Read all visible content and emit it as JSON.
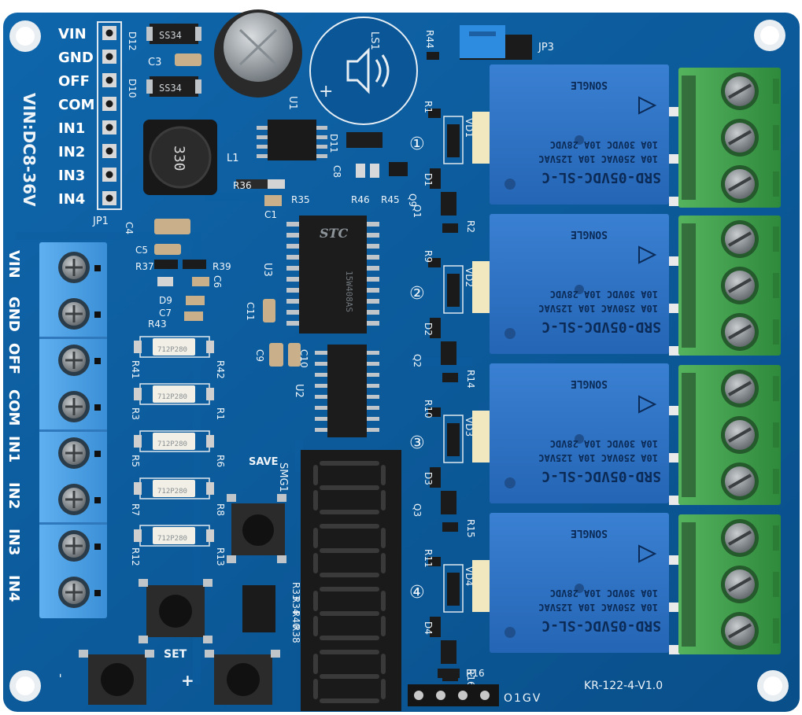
{
  "board": {
    "model": "KR-122-4-V1.0",
    "vin_spec": "VIN:DC8-36V",
    "colors": {
      "pcb": "#0b5a9a",
      "pcb_dark": "#073f72",
      "relay": "#2e73c7",
      "terminal_green": "#3fa24a",
      "terminal_blue": "#4a9be0"
    }
  },
  "header_pins": {
    "label": "JP1",
    "pins": [
      "VIN",
      "GND",
      "OFF",
      "COM",
      "IN1",
      "IN2",
      "IN3",
      "IN4"
    ]
  },
  "input_terminal": {
    "labels": [
      "VIN",
      "GND",
      "OFF",
      "COM",
      "IN1",
      "IN2",
      "IN3",
      "IN4"
    ]
  },
  "relays": [
    {
      "model": "SRD-05VDC-SL-C",
      "line1": "10A 250VAC  10A 125VAC",
      "line2": "10A  30VDC 10A  28VDC",
      "brand": "SONGLE",
      "channel": "①",
      "led": "VD1"
    },
    {
      "model": "SRD-05VDC-SL-C",
      "line1": "10A 250VAC  10A 125VAC",
      "line2": "10A  30VDC 10A  28VDC",
      "brand": "SONGLE",
      "channel": "②",
      "led": "VD2"
    },
    {
      "model": "SRD-05VDC-SL-C",
      "line1": "10A 250VAC  10A 125VAC",
      "line2": "10A  30VDC 10A  28VDC",
      "brand": "SONGLE",
      "channel": "③",
      "led": "VD3"
    },
    {
      "model": "SRD-05VDC-SL-C",
      "line1": "10A 250VAC  10A 125VAC",
      "line2": "10A  30VDC 10A  28VDC",
      "brand": "SONGLE",
      "channel": "④",
      "led": "VD4"
    }
  ],
  "buttons": {
    "save": "SAVE",
    "set": "SET",
    "plus": "+",
    "minus": "-"
  },
  "display": {
    "label": "SMG1",
    "digits": "8888"
  },
  "mcu": {
    "brand": "STC",
    "label": "U3"
  },
  "buzzer": {
    "label": "LS1"
  },
  "jumper": {
    "label": "JP3"
  },
  "output_header": {
    "label": "O1GV"
  },
  "components": {
    "d12": "D12",
    "c3": "C3",
    "d10": "D10",
    "u1": "U1",
    "l1": "L1",
    "d11": "D11",
    "c8": "C8",
    "r36": "R36",
    "r35": "R35",
    "c1": "C1",
    "r46": "R46",
    "r45": "R45",
    "q9": "Q9",
    "r44": "R44",
    "c4": "C4",
    "c5": "C5",
    "r37": "R37",
    "r39": "R39",
    "c6": "C6",
    "d9": "D9",
    "c7": "C7",
    "c11": "C11",
    "r43": "R43",
    "r41": "R41",
    "r42": "R42",
    "r3": "R3",
    "r1": "R1",
    "r5": "R5",
    "r6": "R6",
    "r7": "R7",
    "r8": "R8",
    "r12": "R12",
    "r13": "R13",
    "c9": "C9",
    "c10": "C10",
    "u2": "U2",
    "r33": "R33",
    "r34": "R34",
    "r40": "R40",
    "r38": "R38",
    "r16": "R16",
    "c41": "C4",
    "q1": "Q1",
    "q2": "Q2",
    "q3": "Q3",
    "r2": "R2",
    "r9": "R9",
    "r10": "R10",
    "r14": "R14",
    "r11": "R11",
    "r15": "R15",
    "d1": "D1",
    "d2": "D2",
    "d3": "D3",
    "d4": "D4",
    "opto_code": "712P280"
  }
}
